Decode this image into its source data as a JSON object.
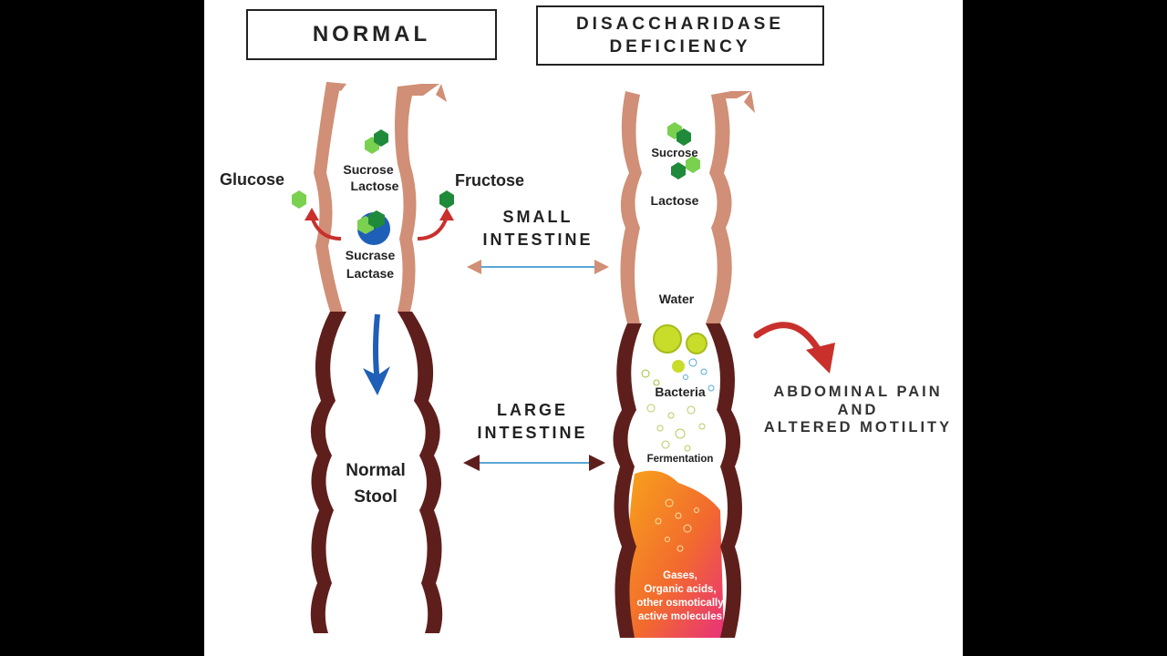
{
  "headers": {
    "normal": "NORMAL",
    "deficiency_line1": "DISACCHARIDASE",
    "deficiency_line2": "DEFICIENCY"
  },
  "normal_side": {
    "glucose": "Glucose",
    "fructose": "Fructose",
    "sugars_line1": "Sucrose",
    "sugars_line2": "Lactose",
    "enzymes_line1": "Sucrase",
    "enzymes_line2": "Lactase",
    "stool_line1": "Normal",
    "stool_line2": "Stool"
  },
  "middle": {
    "small_line1": "SMALL",
    "small_line2": "INTESTINE",
    "large_line1": "LARGE",
    "large_line2": "INTESTINE"
  },
  "deficiency_side": {
    "sucrose": "Sucrose",
    "lactose": "Lactose",
    "water": "Water",
    "bacteria": "Bacteria",
    "fermentation": "Fermentation",
    "products_line1": "Gases,",
    "products_line2": "Organic acids,",
    "products_line3": "other osmotically",
    "products_line4": "active molecules"
  },
  "outcome": {
    "line1": "ABDOMINAL PAIN",
    "line2": "AND",
    "line3": "ALTERED MOTILITY"
  },
  "colors": {
    "small_intestine": "#d08f76",
    "large_intestine": "#5e1f1c",
    "flow_arrow": "#1f5fb8",
    "red_arrow": "#c9302c",
    "hex_dark": "#1f8a3a",
    "hex_light": "#7ad04f",
    "connector": "#5aa7d6"
  }
}
